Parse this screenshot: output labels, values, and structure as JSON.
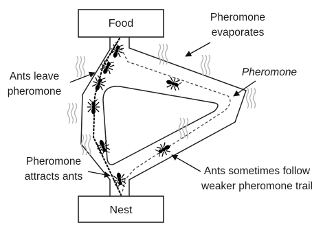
{
  "boxes": {
    "food": "Food",
    "nest": "Nest"
  },
  "labels": {
    "evaporates_line1": "Pheromone",
    "evaporates_line2": "evaporates",
    "pheromone_italic": "Pheromone",
    "ants_leave_line1": "Ants leave",
    "ants_leave_line2": "pheromone",
    "attracts_line1": "Pheromone",
    "attracts_line2": "attracts ants",
    "follow_line1": "Ants sometimes follow",
    "follow_line2": "weaker pheromone trail"
  },
  "icons": [
    "ant-icon",
    "evaporation-wave-icon",
    "arrow-icon"
  ]
}
